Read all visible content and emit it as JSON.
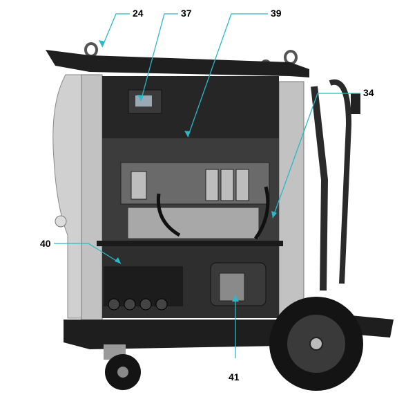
{
  "callouts": {
    "c24": "24",
    "c37": "37",
    "c39": "39",
    "c34": "34",
    "c40": "40",
    "c41": "41"
  },
  "colors": {
    "leader": "#29b9c9",
    "frame_dark": "#1e1e1e",
    "panel_grey": "#b9b9b9",
    "inner_dark": "#2a2a2a"
  }
}
